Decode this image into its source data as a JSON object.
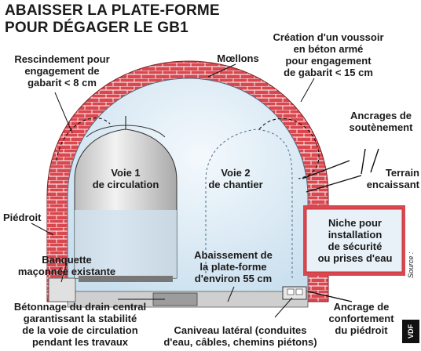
{
  "title": [
    "ABAISSER LA PLATE-FORME",
    "POUR DÉGAGER LE GB1"
  ],
  "labels": {
    "creation_voussoir": [
      "Création d'un voussoir",
      "en béton armé",
      "pour engagement",
      "de gabarit < 15 cm"
    ],
    "rescindement": [
      "Rescindement pour",
      "engagement de",
      "gabarit < 8 cm"
    ],
    "moellons": "Mœllons",
    "ancrages_soutenement": [
      "Ancrages de",
      "soutènement"
    ],
    "terrain_encaissant": [
      "Terrain",
      "encaissant"
    ],
    "voie1": [
      "Voie 1",
      "de circulation"
    ],
    "voie2": [
      "Voie 2",
      "de chantier"
    ],
    "piedroit": "Piédroit",
    "banquette": [
      "Banquette",
      "maçonnée existante"
    ],
    "niche": [
      "Niche pour",
      "installation",
      "de sécurité",
      "ou prises d'eau"
    ],
    "abaissement": [
      "Abaissement de",
      "la plate-forme",
      "d'environ 55 cm"
    ],
    "betonnage": [
      "Bétonnage du drain central",
      "garantissant la stabilité",
      "de la voie de circulation",
      "pendant les travaux"
    ],
    "ancrage_confortement": [
      "Ancrage de",
      "confortement",
      "du piédroit"
    ],
    "caniveau": [
      "Caniveau latéral (conduites",
      "d'eau, câbles, chemins piétons)"
    ]
  },
  "source": "Source :",
  "logo_text": "VDF",
  "colors": {
    "brick": "#d9474f",
    "brick_dark": "#9e2a30",
    "interior": "#dbeaf4",
    "train_body": "#e4e4e4",
    "niche_fill": "#e8f1f8",
    "niche_border": "#c8323a",
    "ground": "#bfbfbf"
  }
}
